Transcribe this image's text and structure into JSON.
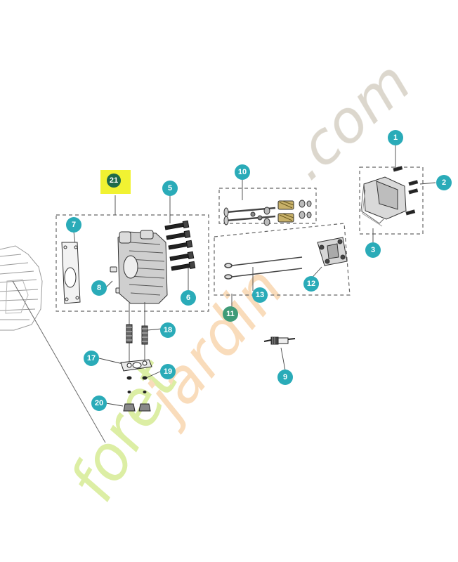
{
  "colors": {
    "callout": "#2aabb8",
    "callout_selected": "#1e6b4a",
    "highlight": "#f1f232",
    "line": "#3a3a3a",
    "dash": "#666666",
    "watermark_green": "#d9ec9a",
    "watermark_orange": "#f9d8b4",
    "watermark_grey": "#d8d3c8"
  },
  "diagram": {
    "callouts": [
      {
        "id": 1,
        "label": "1"
      },
      {
        "id": 2,
        "label": "2"
      },
      {
        "id": 3,
        "label": "3"
      },
      {
        "id": 5,
        "label": "5"
      },
      {
        "id": 6,
        "label": "6"
      },
      {
        "id": 7,
        "label": "7"
      },
      {
        "id": 8,
        "label": "8"
      },
      {
        "id": 9,
        "label": "9"
      },
      {
        "id": 10,
        "label": "10"
      },
      {
        "id": 11,
        "label": "11"
      },
      {
        "id": 12,
        "label": "12"
      },
      {
        "id": 13,
        "label": "13"
      },
      {
        "id": 17,
        "label": "17"
      },
      {
        "id": 18,
        "label": "18"
      },
      {
        "id": 19,
        "label": "19"
      },
      {
        "id": 20,
        "label": "20"
      }
    ],
    "selected": {
      "id": 21,
      "label": "21"
    }
  },
  "watermark": {
    "part1": "foret",
    "part2": "jardin",
    "part3": ".com"
  }
}
